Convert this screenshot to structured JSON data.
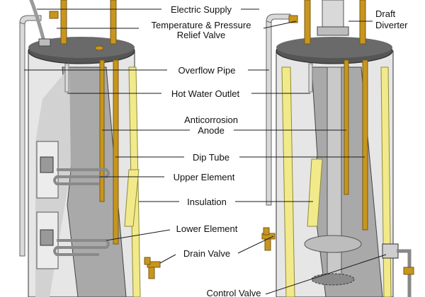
{
  "colors": {
    "tank_body": "#e6e6e6",
    "tank_shade": "#bdbdbd",
    "tank_interior": "#a9a9a9",
    "tank_top": "#555555",
    "brass": "#c8961e",
    "insulation": "#f2ea8a",
    "pipe": "#d9d9d9",
    "element_coil": "#8a8a8a",
    "flue": "#c9c9c9",
    "line": "#1a1a1a"
  },
  "labels": {
    "electric_supply": "Electric Supply",
    "tp_valve_line1": "Temperature & Pressure",
    "tp_valve_line2": "Relief Valve",
    "draft_diverter_line1": "Draft",
    "draft_diverter_line2": "Diverter",
    "overflow_pipe": "Overflow Pipe",
    "hot_water_outlet": "Hot Water Outlet",
    "anode_line1": "Anticorrosion",
    "anode_line2": "Anode",
    "dip_tube": "Dip Tube",
    "upper_element": "Upper Element",
    "insulation": "Insulation",
    "lower_element": "Lower Element",
    "drain_valve": "Drain Valve",
    "control_valve": "Control Valve"
  }
}
